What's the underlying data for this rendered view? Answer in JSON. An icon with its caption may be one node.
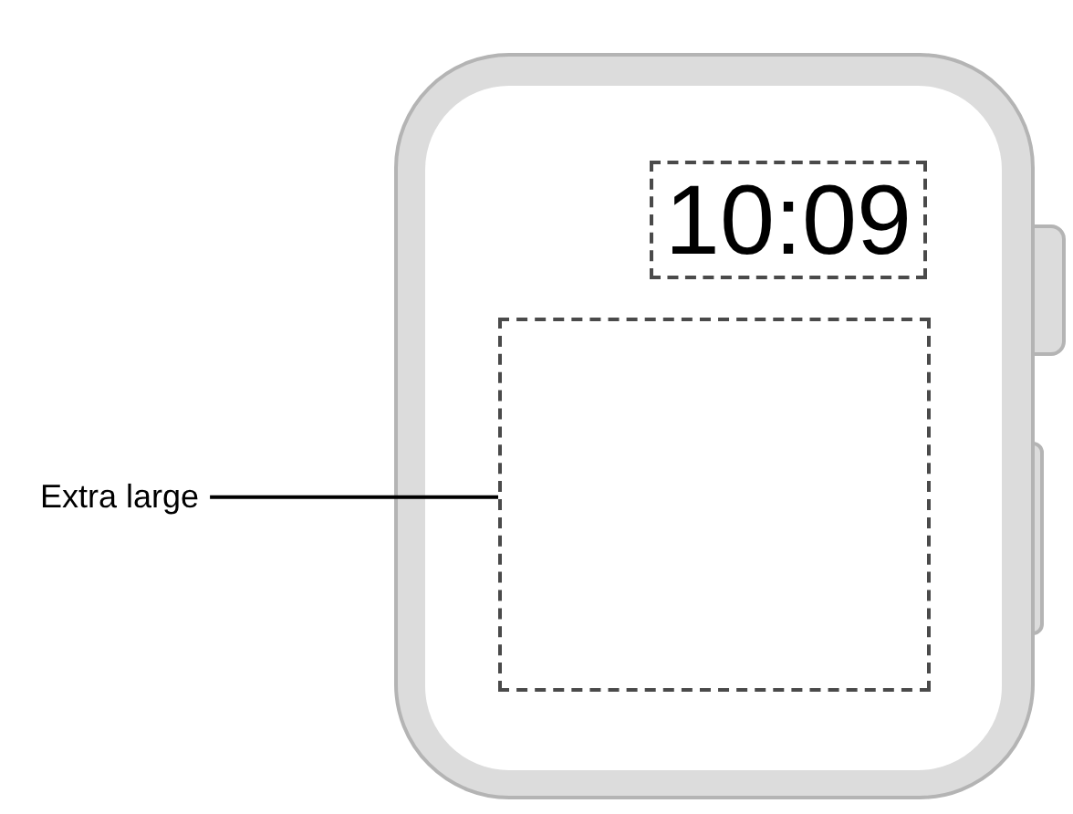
{
  "diagram": {
    "nodes": [
      {
        "text": [
          "10:09"
        ]
      },
      {
        "text": [
          "Extra large"
        ]
      },
      {
        "text": [],
        "shape": "box"
      }
    ],
    "edges": [
      {
        "from": 1,
        "to": 2,
        "arrow": "none"
      }
    ]
  }
}
